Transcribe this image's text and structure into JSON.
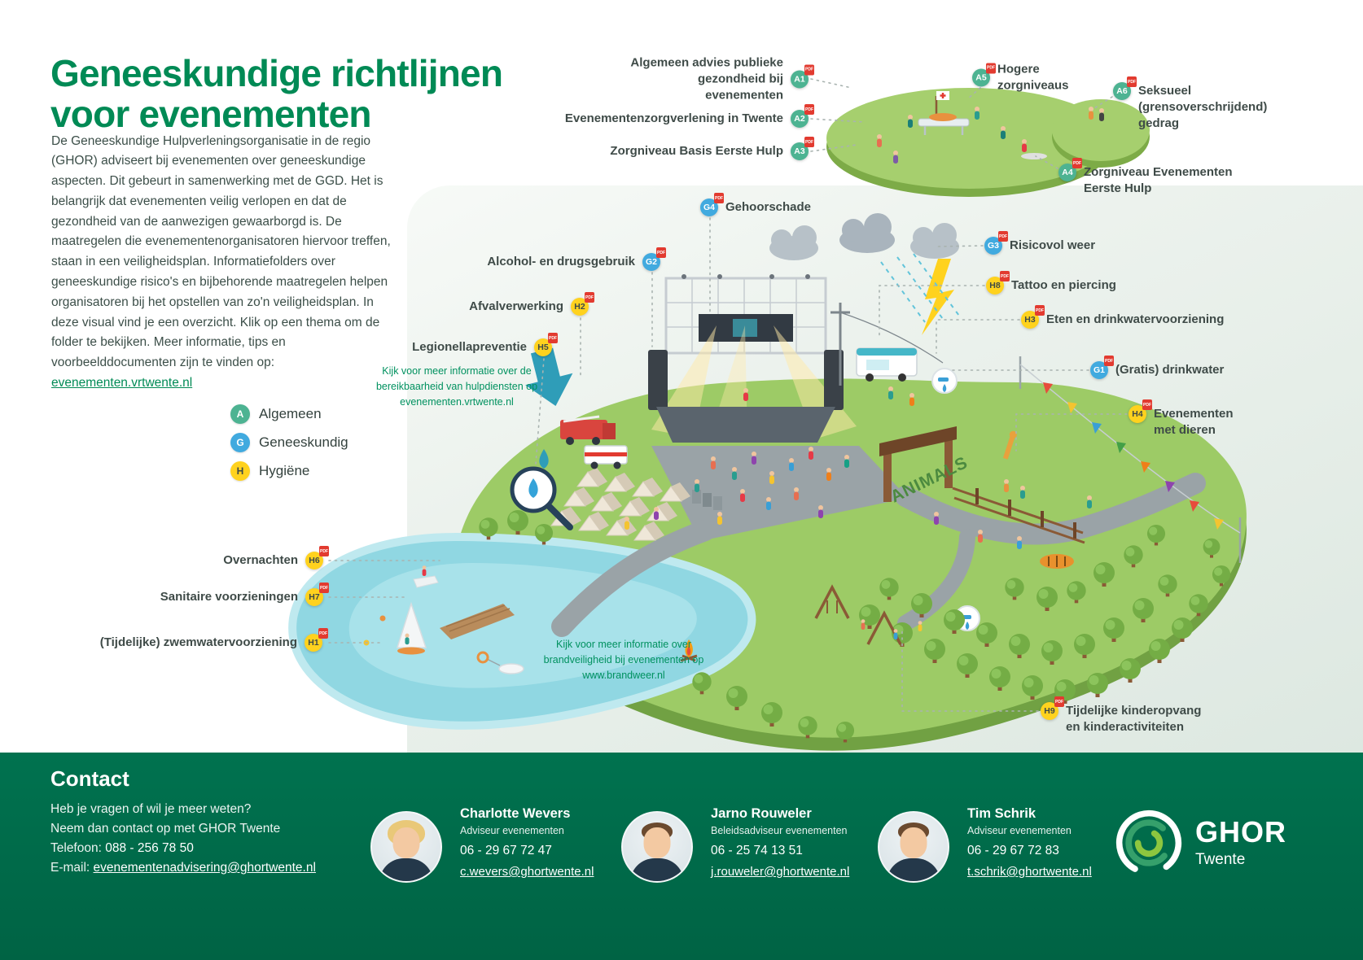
{
  "header": {
    "title_line1": "Geneeskundige richtlijnen",
    "title_line2": "voor evenementen",
    "intro": "De Geneeskundige Hulpverleningsorganisatie in de regio (GHOR) adviseert bij evenementen over geneeskundige aspecten. Dit gebeurt in samenwerking met de GGD. Het is belangrijk dat evenementen veilig verlopen en dat de gezondheid van de aanwezigen gewaarborgd is. De maatregelen die evenementenorganisatoren hiervoor treffen, staan in een veiligheidsplan. Informatiefolders over geneeskundige risico's en bijbehorende maatregelen helpen organisatoren bij het opstellen van zo'n veiligheidsplan. In deze visual vind je een overzicht. Klik op een thema om de folder te bekijken. Meer informatie, tips en voorbeelddocumenten zijn te vinden op:",
    "intro_link": "evenementen.vrtwente.nl"
  },
  "legend": {
    "items": [
      {
        "letter": "A",
        "label": "Algemeen",
        "color": "#4db392"
      },
      {
        "letter": "G",
        "label": "Geneeskundig",
        "color": "#41aadf"
      },
      {
        "letter": "H",
        "label": "Hygiëne",
        "color": "#ffd21e"
      }
    ]
  },
  "icons": {
    "pdf_label": "PDF"
  },
  "topics": [
    {
      "code": "A1",
      "category": "Algemeen",
      "label": "Algemeen advies publieke gezondheid bij evenementen"
    },
    {
      "code": "A2",
      "category": "Algemeen",
      "label": "Evenementenzorgverlening in Twente"
    },
    {
      "code": "A3",
      "category": "Algemeen",
      "label": "Zorgniveau Basis Eerste Hulp"
    },
    {
      "code": "A4",
      "category": "Algemeen",
      "label": "Zorgniveau Evenementen Eerste Hulp"
    },
    {
      "code": "A5",
      "category": "Algemeen",
      "label": "Hogere zorgniveaus"
    },
    {
      "code": "A6",
      "category": "Algemeen",
      "label": "Seksueel (grensoverschrijdend) gedrag"
    },
    {
      "code": "G1",
      "category": "Geneeskundig",
      "label": "(Gratis) drinkwater"
    },
    {
      "code": "G2",
      "category": "Geneeskundig",
      "label": "Alcohol- en drugsgebruik"
    },
    {
      "code": "G3",
      "category": "Geneeskundig",
      "label": "Risicovol weer"
    },
    {
      "code": "G4",
      "category": "Geneeskundig",
      "label": "Gehoorschade"
    },
    {
      "code": "H1",
      "category": "Hygiëne",
      "label": "(Tijdelijke) zwemwatervoorziening"
    },
    {
      "code": "H2",
      "category": "Hygiëne",
      "label": "Afvalverwerking"
    },
    {
      "code": "H3",
      "category": "Hygiëne",
      "label": "Eten en drinkwatervoorziening"
    },
    {
      "code": "H4",
      "category": "Hygiëne",
      "label": "Evenementen met dieren"
    },
    {
      "code": "H5",
      "category": "Hygiëne",
      "label": "Legionellapreventie"
    },
    {
      "code": "H6",
      "category": "Hygiëne",
      "label": "Overnachten"
    },
    {
      "code": "H7",
      "category": "Hygiëne",
      "label": "Sanitaire voorzieningen"
    },
    {
      "code": "H8",
      "category": "Hygiëne",
      "label": "Tattoo en piercing"
    },
    {
      "code": "H9",
      "category": "Hygiëne",
      "label": "Tijdelijke kinderopvang en kinderactiviteiten"
    }
  ],
  "notes": {
    "emergency_access": "Kijk voor meer informatie over de bereikbaarheid van hulpdiensten op evenementen.vrtwente.nl",
    "fire_safety": "Kijk voor meer informatie over brandveiligheid bij evenementen op www.brandweer.nl"
  },
  "illustration": {
    "animals_sign": "ANIMALS"
  },
  "contact": {
    "heading": "Contact",
    "intro_line1": "Heb je vragen of wil je meer weten?",
    "intro_line2": "Neem dan contact op met GHOR Twente",
    "phone_label": "Telefoon:",
    "phone": "088 - 256 78 50",
    "email_label": "E-mail:",
    "email": "evenementenadvisering@ghortwente.nl",
    "people": [
      {
        "name": "Charlotte Wevers",
        "role": "Adviseur evenementen",
        "phone": "06 - 29 67 72 47",
        "email": "c.wevers@ghortwente.nl"
      },
      {
        "name": "Jarno Rouweler",
        "role": "Beleidsadviseur evenementen",
        "phone": "06 - 25 74 13 51",
        "email": "j.rouweler@ghortwente.nl"
      },
      {
        "name": "Tim Schrik",
        "role": "Adviseur evenementen",
        "phone": "06 - 29 67 72 83",
        "email": "t.schrik@ghortwente.nl"
      }
    ],
    "logo": {
      "brand": "GHOR",
      "region": "Twente"
    }
  }
}
